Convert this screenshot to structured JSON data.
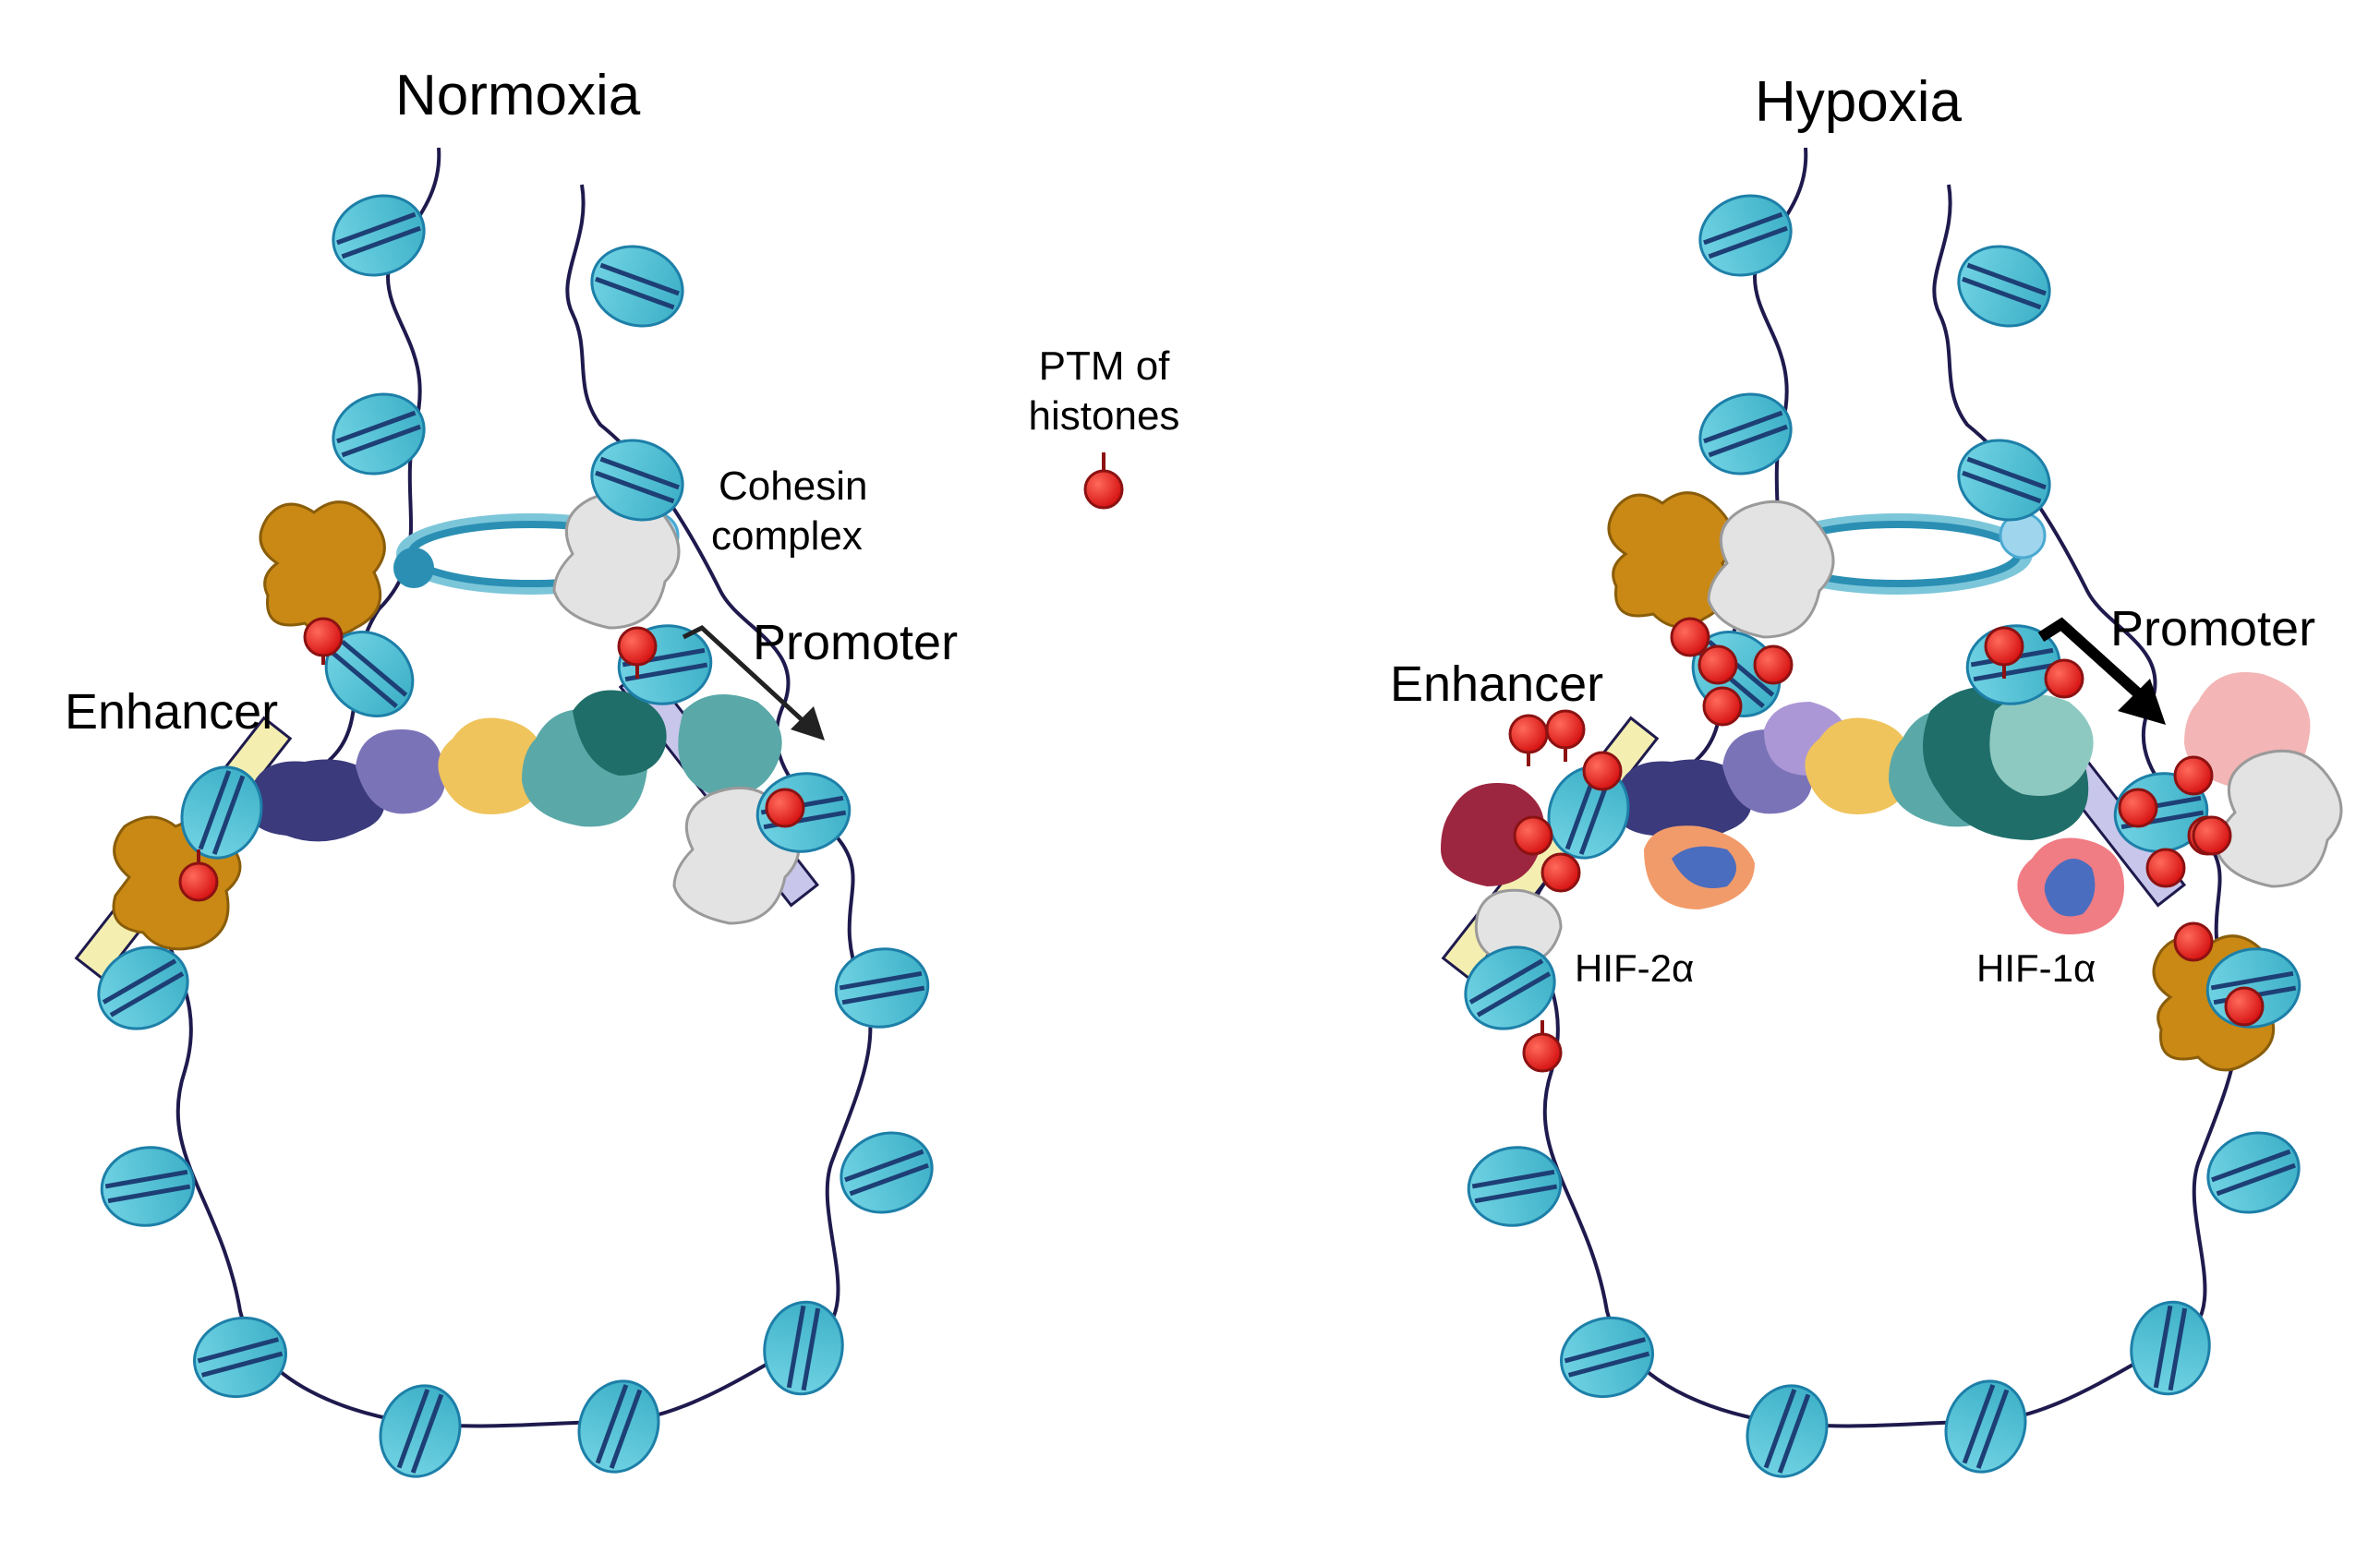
{
  "panels": {
    "normoxia": {
      "title": "Normoxia"
    },
    "hypoxia": {
      "title": "Hypoxia"
    }
  },
  "labels": {
    "enhancer": "Enhancer",
    "promoter": "Promoter",
    "cohesin_line1": "Cohesin",
    "cohesin_line2": "complex",
    "hif2a": "HIF-2α",
    "hif1a": "HIF-1α"
  },
  "legend": {
    "line1": "PTM of",
    "line2": "histones"
  },
  "colors": {
    "nucleosome": "#4cc0d4",
    "nucleosome_dark": "#1d7fa8",
    "dna": "#1f1a4d",
    "ptm": "#e8191a",
    "cohesin": "#2a8fb3",
    "enhancer_bar": "#f4efb1",
    "promoter_bar": "#c8c6ea"
  }
}
